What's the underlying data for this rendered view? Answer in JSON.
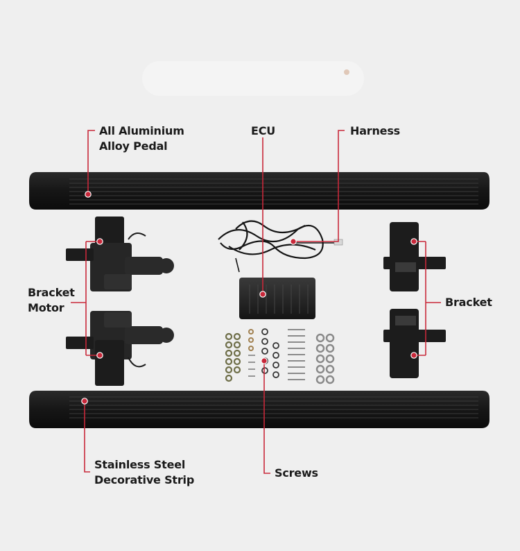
{
  "labels": {
    "pedal_line1": "All Aluminium",
    "pedal_line2": "Alloy Pedal",
    "ecu": "ECU",
    "harness": "Harness",
    "bracket_motor_line1": "Bracket",
    "bracket_motor_line2": "Motor",
    "bracket": "Bracket",
    "strip_line1": "Stainless Steel",
    "strip_line2": "Decorative Strip",
    "screws": "Screws"
  },
  "colors": {
    "background": "#efefef",
    "callout_line": "#c8283a",
    "part_dark": "#1c1c1c",
    "text": "#1a1a1a"
  }
}
